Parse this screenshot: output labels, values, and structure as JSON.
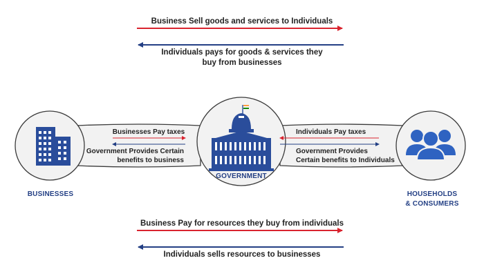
{
  "flows": {
    "top_right": "Business Sell goods and services to Individuals",
    "top_left_line1": "Individuals pays for goods & services they",
    "top_left_line2": "buy from businesses",
    "bottom_right": "Business Pay for resources they buy from individuals",
    "bottom_left": "Individuals sells resources to businesses"
  },
  "left_link": {
    "taxes": "Businesses Pay taxes",
    "benefits_line1": "Government Provides Certain",
    "benefits_line2": "benefits to business"
  },
  "right_link": {
    "taxes": "Individuals Pay taxes",
    "benefits_line1": "Government Provides",
    "benefits_line2": "Certain benefits to Individuals"
  },
  "nodes": {
    "businesses": "BUSINESSES",
    "government": "GOVERNMENT",
    "households_line1": "HOUSEHOLDS",
    "households_line2": "& CONSUMERS"
  },
  "colors": {
    "red_arrow": "#d9232e",
    "blue_arrow": "#233f84",
    "node_fill": "#f2f2f2",
    "node_stroke": "#3a3a3a",
    "icon_blue": "#2a4d9b",
    "people_blue": "#2f63c1"
  }
}
